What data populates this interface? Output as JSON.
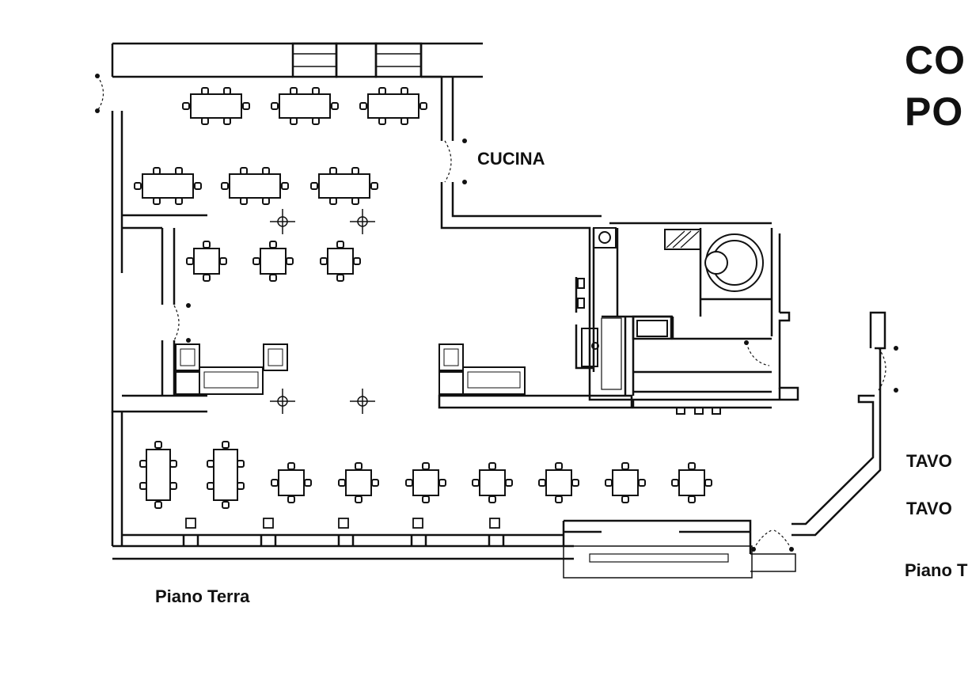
{
  "title": {
    "line1": "CO",
    "line2": "PO"
  },
  "rooms": {
    "kitchen": "CUCINA"
  },
  "floor_label": "Piano Terra",
  "legend": {
    "item1": "TAVO",
    "item2": "TAVO",
    "floor": "Piano T"
  },
  "colors": {
    "ink": "#111111",
    "paper": "#ffffff",
    "hatch": "#888888"
  }
}
